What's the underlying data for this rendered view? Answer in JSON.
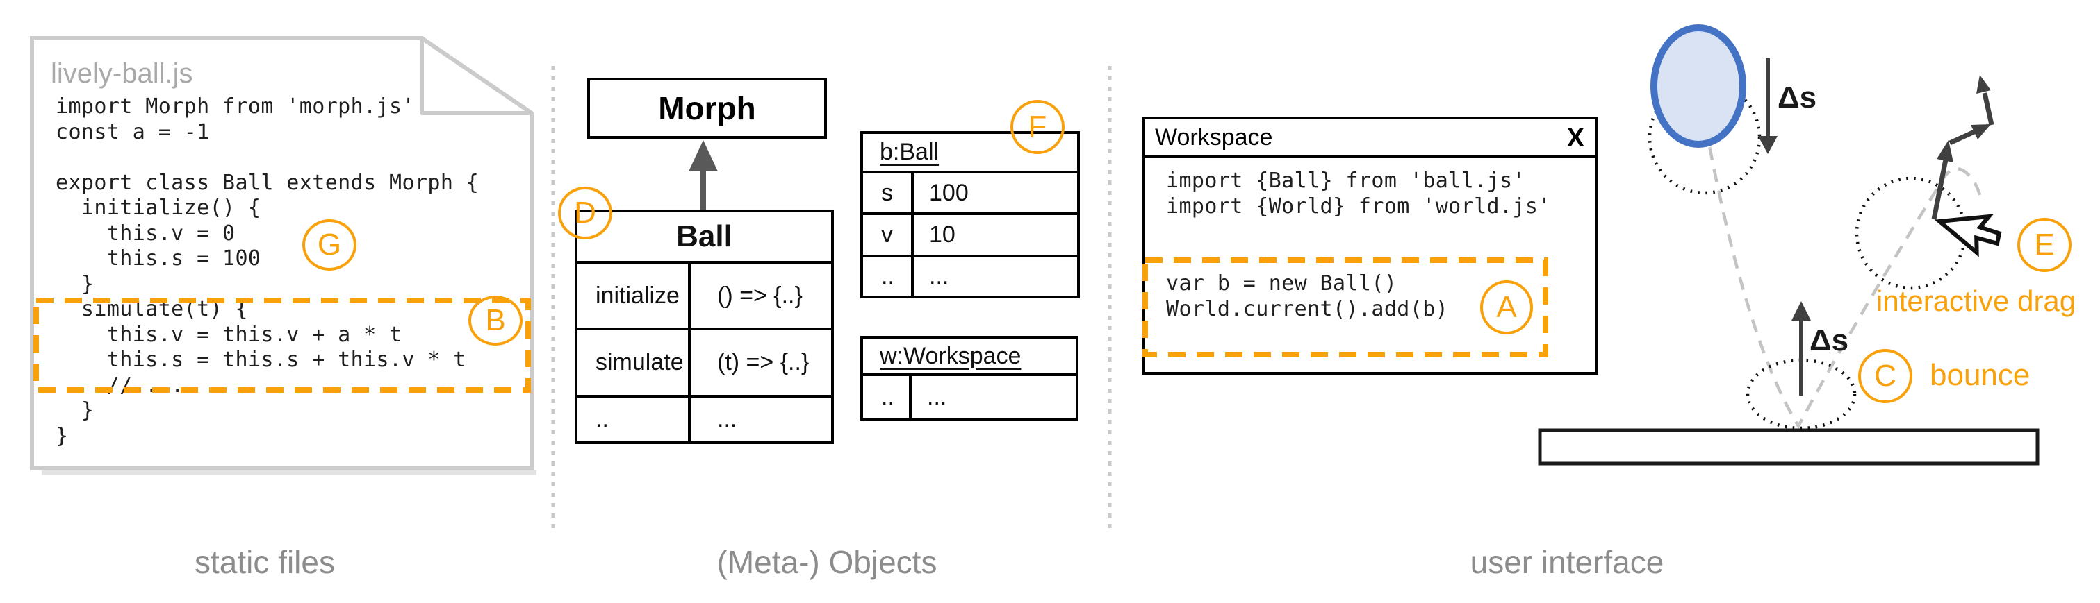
{
  "labels": {
    "static_files": "static files",
    "meta_objects": "(Meta-) Objects",
    "user_interface": "user interface"
  },
  "markers": {
    "a": "A",
    "b": "B",
    "c": "C",
    "d": "D",
    "e": "E",
    "f": "F",
    "g": "G"
  },
  "static_files": {
    "file_title": "lively-ball.js",
    "code": "import Morph from 'morph.js'\nconst a = -1\n\nexport class Ball extends Morph {\n  initialize() {\n    this.v = 0\n    this.s = 100\n  }\n  simulate(t) {\n    this.v = this.v + a * t\n    this.s = this.s + this.v * t\n    // ...\n  }\n}"
  },
  "meta_objects": {
    "morph_class_name": "Morph",
    "ball_class": {
      "name": "Ball",
      "rows": [
        [
          "initialize",
          "() => {..}"
        ],
        [
          "simulate",
          "(t) => {..}"
        ],
        [
          "..",
          "..."
        ]
      ]
    },
    "b_ball": {
      "name": "b:Ball",
      "rows": [
        [
          "s",
          "100"
        ],
        [
          "v",
          "10"
        ],
        [
          "..",
          "..."
        ]
      ]
    },
    "w_workspace": {
      "name": "w:Workspace",
      "rows": [
        [
          "..",
          "..."
        ]
      ]
    }
  },
  "user_interface": {
    "window": {
      "title": "Workspace",
      "close_label": "X",
      "code": "import {Ball} from 'ball.js'\nimport {World} from 'world.js'\n\n\nvar b = new Ball()\nWorld.current().add(b)"
    },
    "annotations": {
      "delta_s_fall": "Δs",
      "delta_s_bounce": "Δs",
      "bounce": "bounce",
      "interactive_drag": "interactive drag"
    }
  },
  "colors": {
    "accent_orange": "#F9A10B",
    "ball_stroke": "#4472C4",
    "ball_fill": "#DAE3F3",
    "label_gray": "#8C8C8C"
  }
}
